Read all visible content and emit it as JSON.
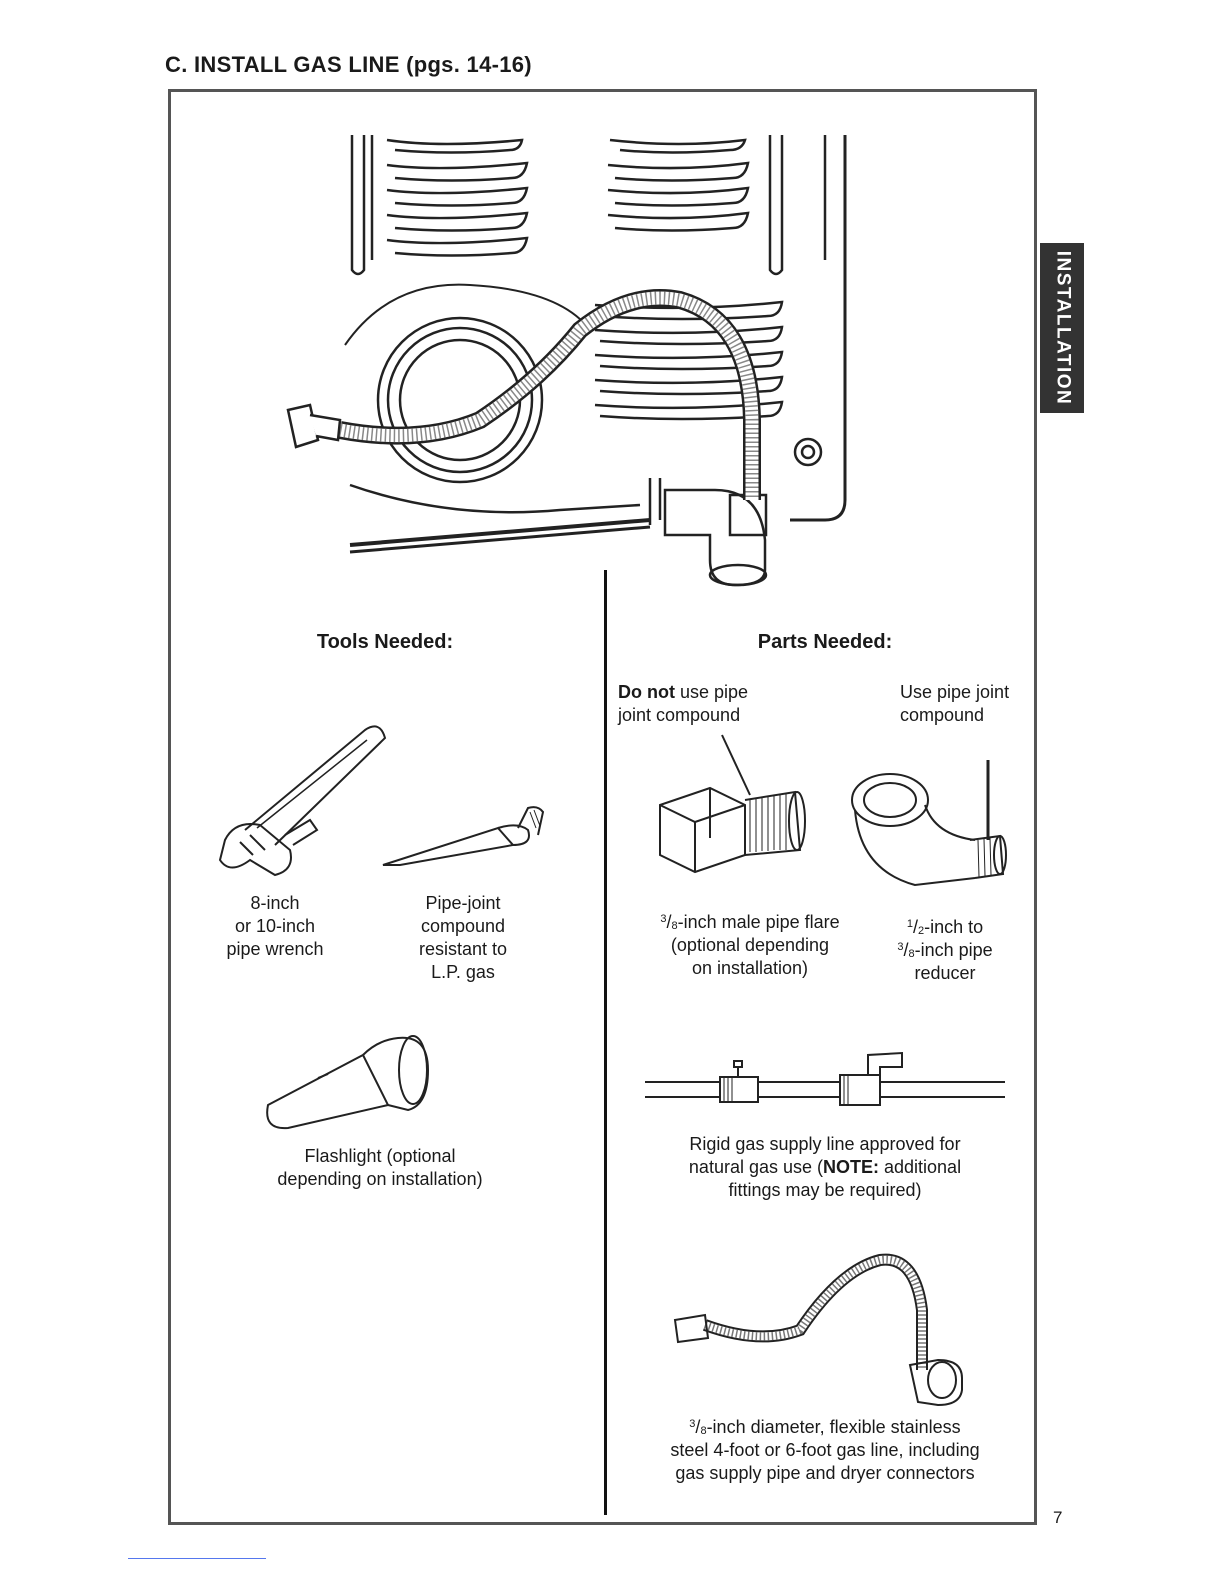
{
  "section": {
    "heading": "C. INSTALL GAS LINE (pgs. 14-16)"
  },
  "side_tab": {
    "label": "INSTALLATION"
  },
  "page_number": "7",
  "tools": {
    "heading": "Tools Needed:",
    "wrench": {
      "line1": "8-inch",
      "line2": "or 10-inch",
      "line3": "pipe wrench"
    },
    "compound": {
      "line1": "Pipe-joint",
      "line2": "compound",
      "line3": "resistant to",
      "line4": "L.P. gas"
    },
    "flashlight": {
      "line1": "Flashlight (optional",
      "line2": "depending on installation)"
    }
  },
  "parts": {
    "heading": "Parts Needed:",
    "flare_note": {
      "bold": "Do not",
      "rest": " use pipe",
      "line2": "joint compound"
    },
    "reducer_note": {
      "line1": "Use pipe joint",
      "line2": "compound"
    },
    "flare": {
      "num": "3",
      "den": "8",
      "line1_rest": "-inch male pipe flare",
      "line2": "(optional depending",
      "line3": "on installation)"
    },
    "reducer": {
      "num1": "1",
      "den1": "2",
      "line1_rest": "-inch to",
      "num2": "3",
      "den2": "8",
      "line2_rest": "-inch pipe",
      "line3": "reducer"
    },
    "rigid": {
      "line1": "Rigid gas supply line approved for",
      "line2_pre": "natural gas use (",
      "note_bold": "NOTE:",
      "line2_post": " additional",
      "line3": "fittings may be required)"
    },
    "flex": {
      "num": "3",
      "den": "8",
      "line1_rest": "-inch diameter, flexible stainless",
      "line2": "steel 4-foot or 6-foot gas line, including",
      "line3": "gas supply pipe and dryer connectors"
    }
  }
}
